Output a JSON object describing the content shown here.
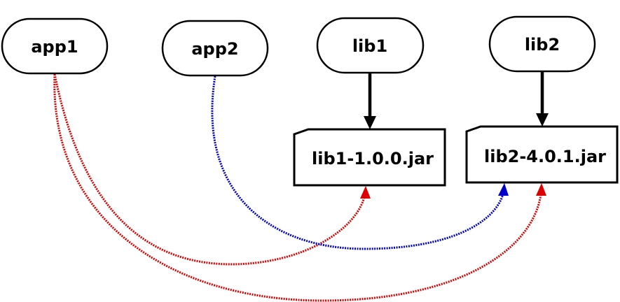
{
  "nodes": {
    "app1": {
      "label": "app1"
    },
    "app2": {
      "label": "app2"
    },
    "lib1": {
      "label": "lib1"
    },
    "lib2": {
      "label": "lib2"
    },
    "lib1_jar": {
      "label": "lib1-1.0.0.jar"
    },
    "lib2_jar": {
      "label": "lib2-4.0.1.jar"
    }
  },
  "edges": [
    {
      "from": "lib1",
      "to": "lib1-1.0.0.jar",
      "style": "solid",
      "color": "#000000"
    },
    {
      "from": "lib2",
      "to": "lib2-4.0.1.jar",
      "style": "solid",
      "color": "#000000"
    },
    {
      "from": "app1",
      "to": "lib1-1.0.0.jar",
      "style": "dotted",
      "color": "#dd0000"
    },
    {
      "from": "app1",
      "to": "lib2-4.0.1.jar",
      "style": "dotted",
      "color": "#dd0000"
    },
    {
      "from": "app2",
      "to": "lib2-4.0.1.jar",
      "style": "dotted",
      "color": "#0000cc"
    }
  ],
  "colors": {
    "red": "#dd0000",
    "blue": "#0000cc",
    "black": "#000000"
  }
}
